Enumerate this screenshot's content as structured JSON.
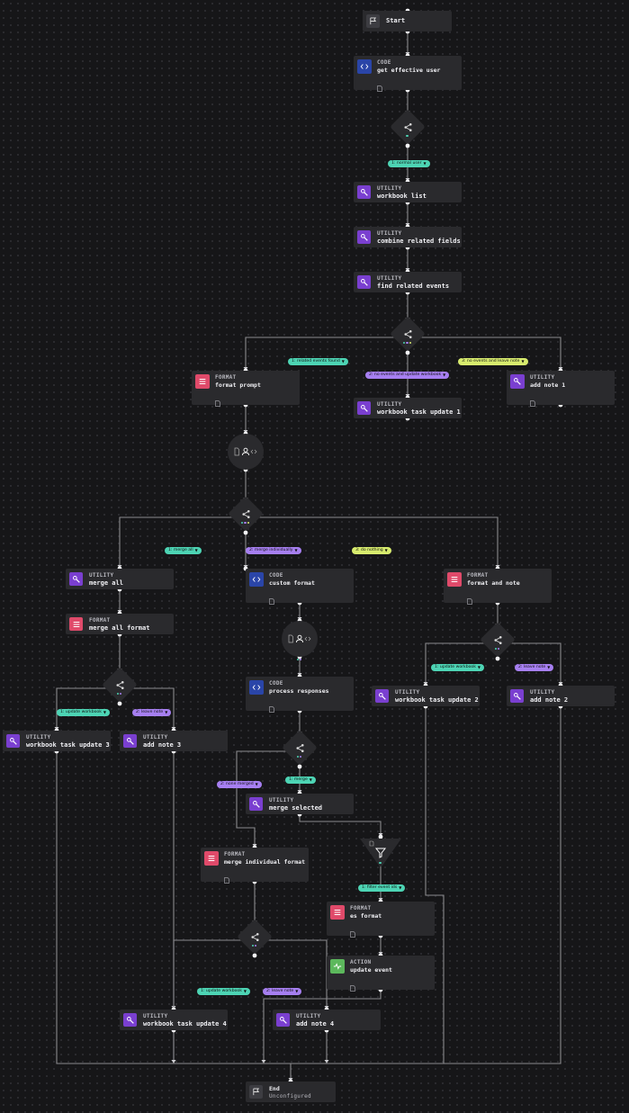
{
  "colors": {
    "code": "#2a45a8",
    "utility": "#7a3fd0",
    "format": "#e04a6a",
    "action": "#5cb85c",
    "branch_teal": "#4dd4b4",
    "branch_purple": "#a67ff0",
    "branch_lime": "#d8ec6e",
    "edge": "#8a8a8e"
  },
  "start": {
    "label": "Start",
    "icon": "flag-icon"
  },
  "end": {
    "label": "End",
    "sub": "Unconfigured",
    "icon": "flag-icon"
  },
  "nodes": {
    "get_effective_user": {
      "type": "CODE",
      "name": "get effective user",
      "icon": "code-icon"
    },
    "workbook_list": {
      "type": "UTILITY",
      "name": "workbook list",
      "icon": "wrench-icon"
    },
    "combine_related_fields": {
      "type": "UTILITY",
      "name": "combine related fields",
      "icon": "wrench-icon"
    },
    "find_related_events": {
      "type": "UTILITY",
      "name": "find related events",
      "icon": "wrench-icon"
    },
    "format_prompt": {
      "type": "FORMAT",
      "name": "format prompt",
      "icon": "list-icon"
    },
    "workbook_task_update_1": {
      "type": "UTILITY",
      "name": "workbook task update 1",
      "icon": "wrench-icon"
    },
    "add_note_1": {
      "type": "UTILITY",
      "name": "add note 1",
      "icon": "wrench-icon"
    },
    "merge_all": {
      "type": "UTILITY",
      "name": "merge all",
      "icon": "wrench-icon"
    },
    "custom_format": {
      "type": "CODE",
      "name": "custom format",
      "icon": "code-icon"
    },
    "format_and_note": {
      "type": "FORMAT",
      "name": "format and note",
      "icon": "list-icon"
    },
    "merge_all_format": {
      "type": "FORMAT",
      "name": "merge all format",
      "icon": "list-icon"
    },
    "process_responses": {
      "type": "CODE",
      "name": "process responses",
      "icon": "code-icon"
    },
    "workbook_task_update_2": {
      "type": "UTILITY",
      "name": "workbook task update 2",
      "icon": "wrench-icon"
    },
    "add_note_2": {
      "type": "UTILITY",
      "name": "add note 2",
      "icon": "wrench-icon"
    },
    "workbook_task_update_3": {
      "type": "UTILITY",
      "name": "workbook task update 3",
      "icon": "wrench-icon"
    },
    "add_note_3": {
      "type": "UTILITY",
      "name": "add note 3",
      "icon": "wrench-icon"
    },
    "merge_selected": {
      "type": "UTILITY",
      "name": "merge selected",
      "icon": "wrench-icon"
    },
    "merge_individual_format": {
      "type": "FORMAT",
      "name": "merge individual format",
      "icon": "list-icon"
    },
    "es_format": {
      "type": "FORMAT",
      "name": "es format",
      "icon": "list-icon"
    },
    "update_event": {
      "type": "ACTION",
      "name": "update event",
      "icon": "pulse-icon"
    },
    "workbook_task_update_4": {
      "type": "UTILITY",
      "name": "workbook task update 4",
      "icon": "wrench-icon"
    },
    "add_note_4": {
      "type": "UTILITY",
      "name": "add note 4",
      "icon": "wrench-icon"
    }
  },
  "branches": {
    "normal_user": "1: normal user",
    "related_events_found": "1: related events found",
    "no_events_update_workbook": "2: no events and update workbook",
    "no_events_leave_note": "3: no events and leave note",
    "merge_all": "1: merge all",
    "merge_individually": "2: merge individually",
    "do_nothing": "3: do nothing",
    "update_workbook_a": "1: update workbook",
    "leave_note_a": "2: leave note",
    "update_workbook_b": "1: update workbook",
    "leave_note_b": "2: leave note",
    "merge": "1: merge",
    "none_merged": "2: none merged",
    "filter_event_ids": "1: filter event ids",
    "update_workbook_c": "1: update workbook",
    "leave_note_c": "2: leave note"
  }
}
